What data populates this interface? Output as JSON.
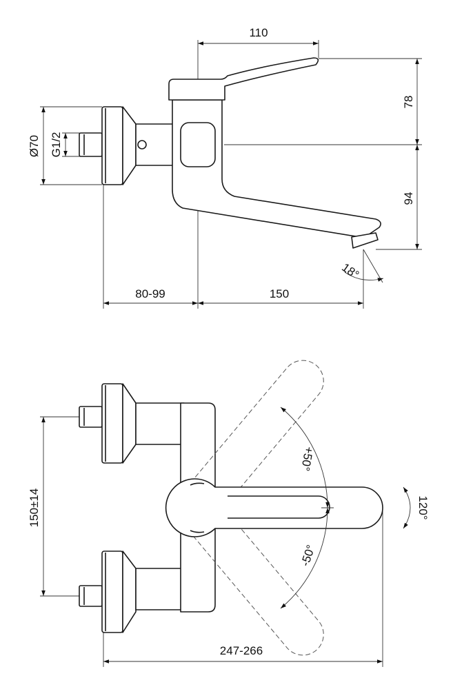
{
  "side_view": {
    "dim_spout_reach_top": "110",
    "dim_height_upper": "78",
    "dim_height_lower": "94",
    "dim_plate_diameter": "Ø70",
    "dim_thread": "G1/2",
    "dim_outlet_angle": "18°",
    "dim_wall_offset": "80-99",
    "dim_spout_projection": "150"
  },
  "top_view": {
    "dim_inlet_centres": "150±14",
    "dim_lever_up": "+50°",
    "dim_lever_down": "-50°",
    "dim_swivel": "120°",
    "dim_total_depth": "247-266"
  }
}
